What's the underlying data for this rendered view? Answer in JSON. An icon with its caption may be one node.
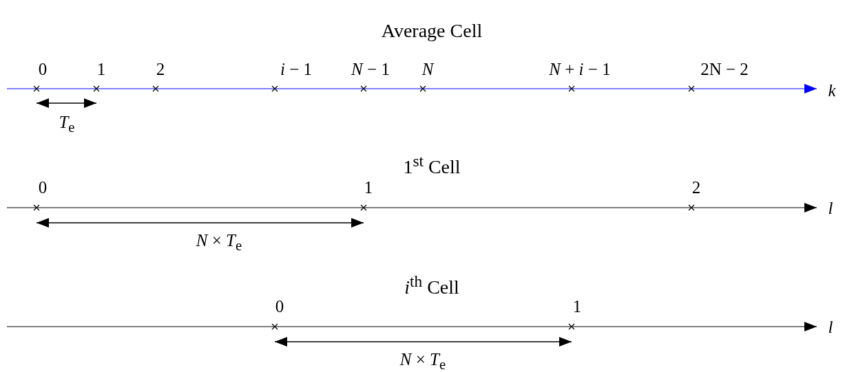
{
  "diagram": {
    "labels": [
      "Average Cell",
      "0",
      "1",
      "2",
      "*i* − 1",
      "*N* − 1",
      "N",
      "*N* + *i* − 1",
      "2N − 2",
      "k",
      "*T*$_{e}$",
      "1$^{st}$ Cell",
      "0",
      "1",
      "2",
      "l",
      "*N* × *T*$_{e}$",
      "*i*$^{th}$ Cell",
      "0",
      "1",
      "l",
      "*N* × *T*$_{e}$"
    ]
  }
}
